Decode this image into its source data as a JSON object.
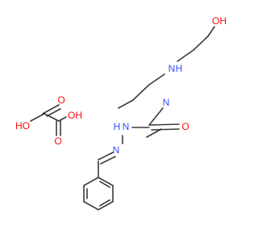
{
  "molecule": {
    "atoms": {
      "oh_top": "OH",
      "nh_top": "H",
      "n_top": "N",
      "n_amide": "N",
      "h_amide": "H",
      "o_carbonyl": "O",
      "n_hydrazide": "N",
      "h_hydrazide": "H",
      "n_imine": "N",
      "oxalic_ho_left": "HO",
      "oxalic_oh_right": "OH",
      "oxalic_o_top": "O",
      "oxalic_o_bottom": "O"
    },
    "colors": {
      "carbon": "#3a3a3a",
      "nitrogen": "#3050f8",
      "oxygen": "#ff0d0d"
    }
  }
}
